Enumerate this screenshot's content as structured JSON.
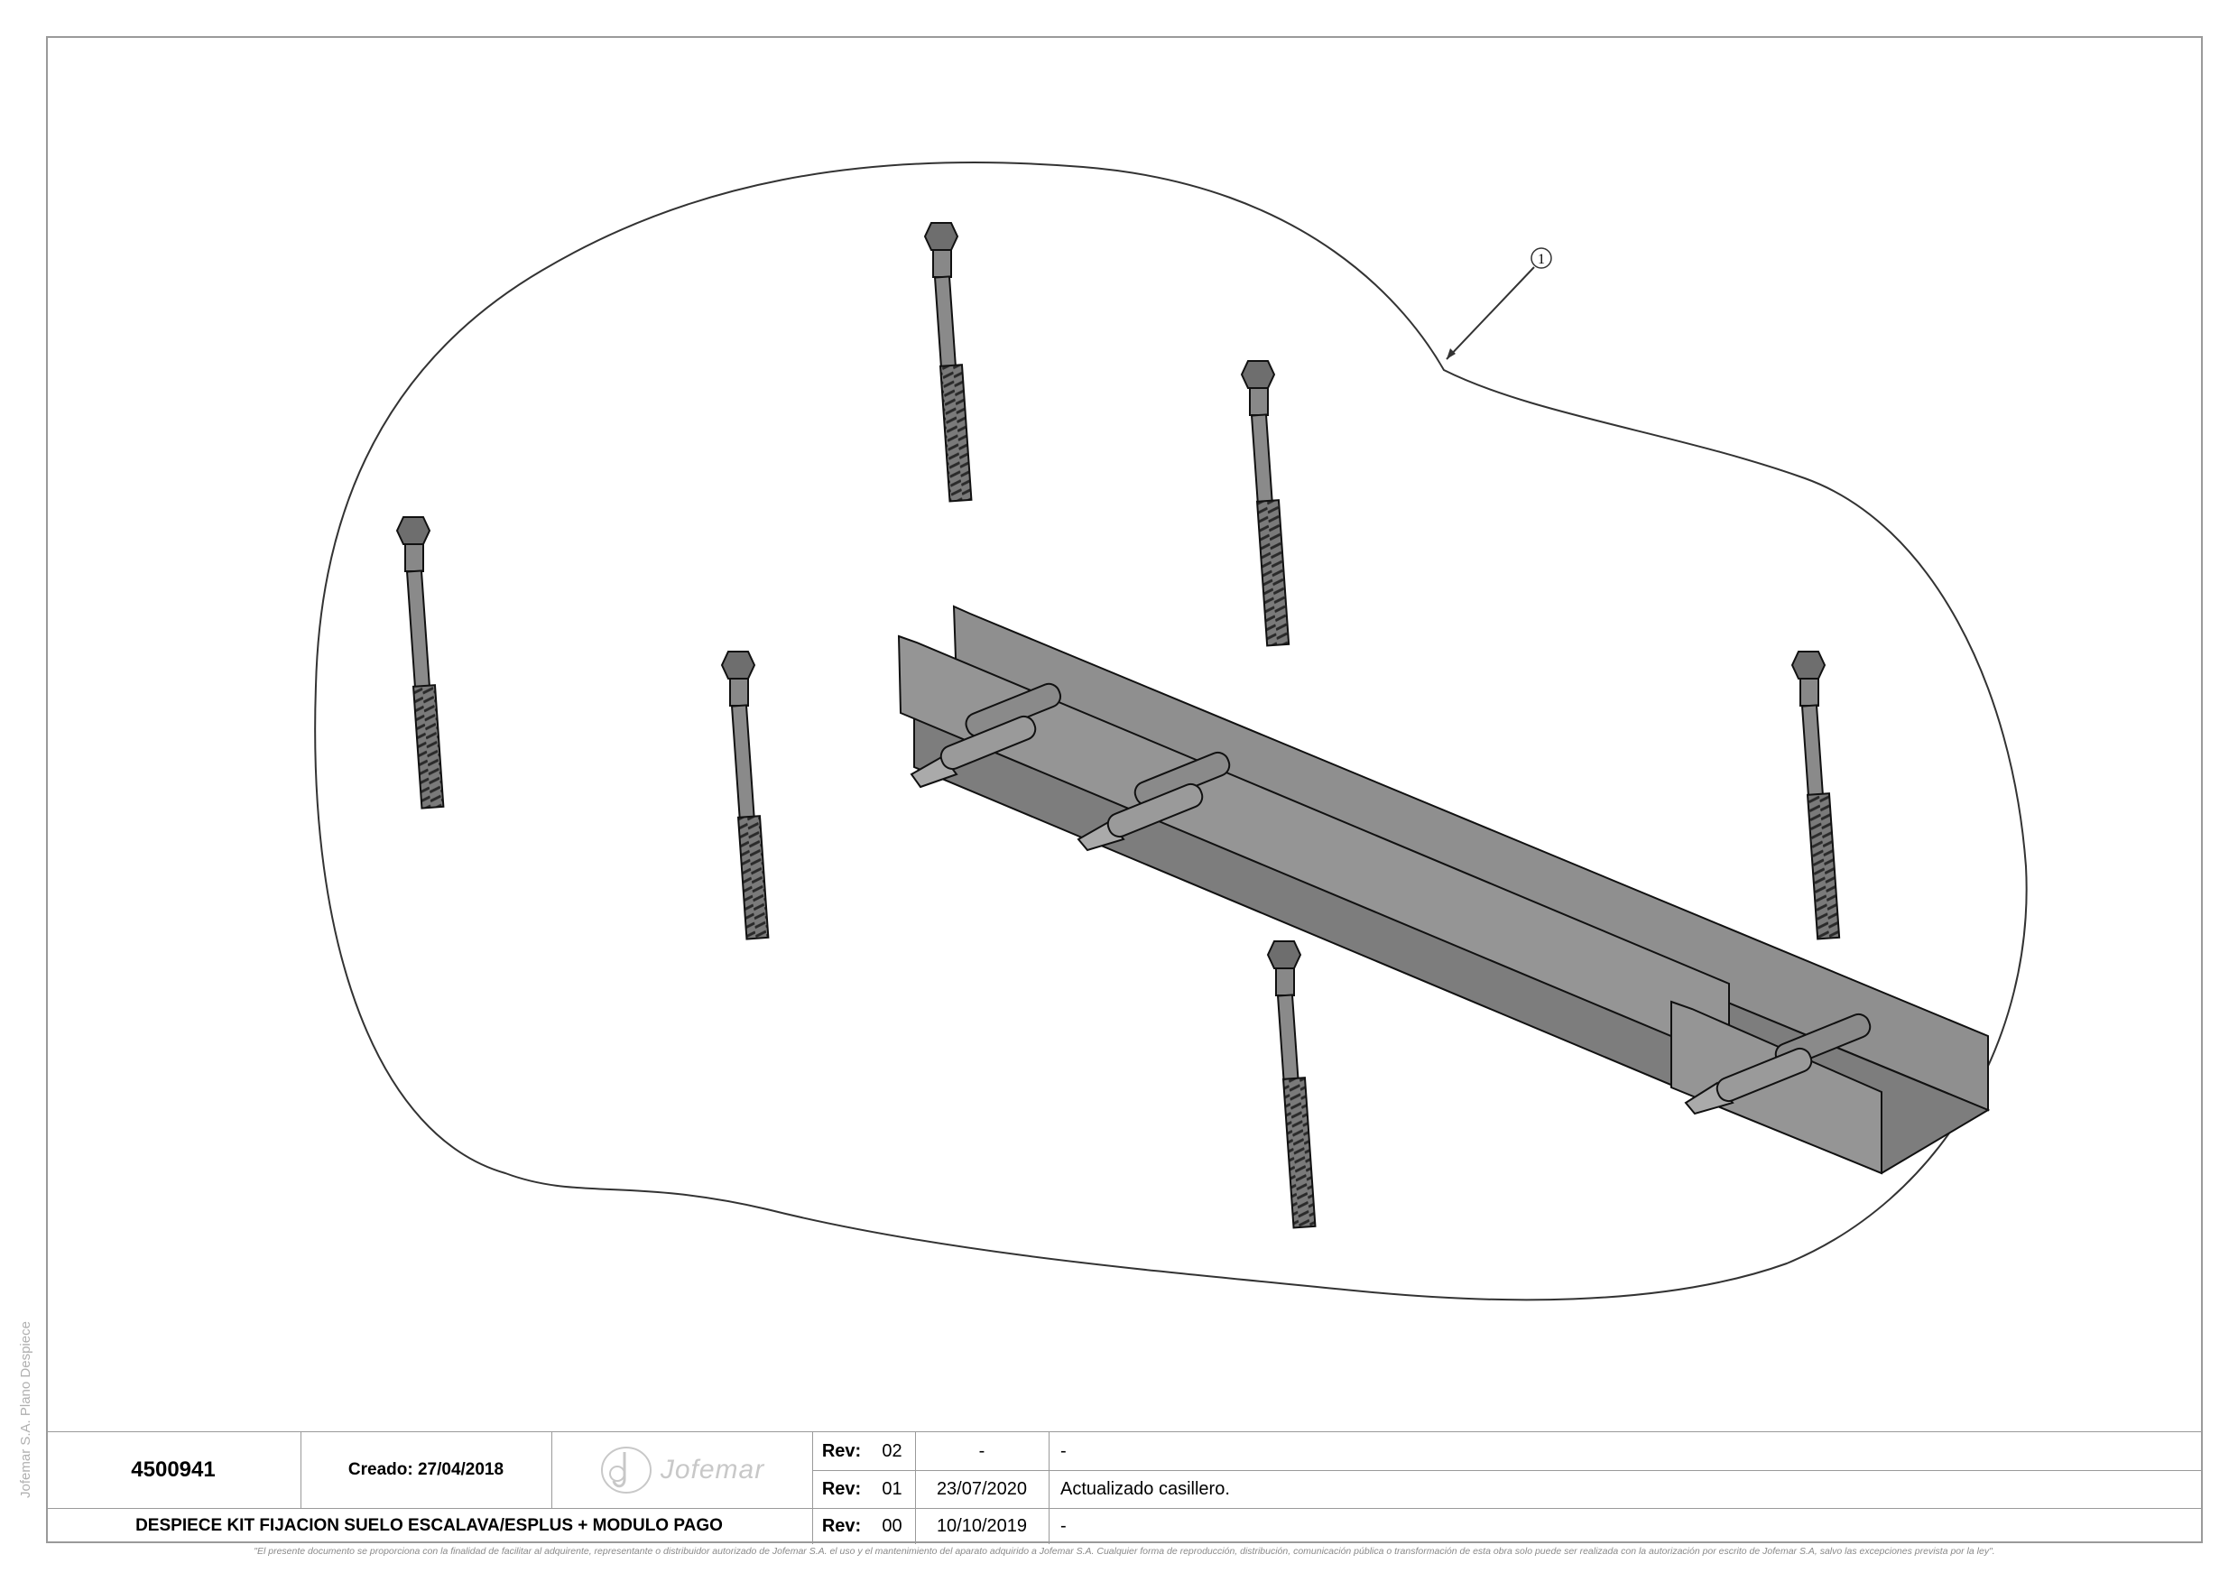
{
  "balloon": {
    "number": "1"
  },
  "title_block": {
    "part_number": "4500941",
    "created": "Creado: 27/04/2018",
    "logo_text": "Jofemar",
    "description": "DESPIECE KIT FIJACION SUELO ESCALAVA/ESPLUS + MODULO PAGO",
    "revisions": [
      {
        "label": "Rev:",
        "num": "02",
        "date": "-",
        "desc": "-"
      },
      {
        "label": "Rev:",
        "num": "01",
        "date": "23/07/2020",
        "desc": "Actualizado casillero."
      },
      {
        "label": "Rev:",
        "num": "00",
        "date": "10/10/2019",
        "desc": "-"
      }
    ]
  },
  "side_text": "Jofemar S.A. Plano Despiece",
  "footer_text": "\"El presente documento se proporciona con la finalidad de facilitar al adquirente, representante o distribuidor autorizado de Jofemar S.A. el uso y el mantenimiento del aparato adquirido a Jofemar S.A. Cualquier forma de reproducción, distribución, comunicación pública o transformación de esta obra solo puede ser realizada con la autorización por escrito de Jofemar S.A, salvo las excepciones prevista por la ley\".",
  "colors": {
    "metal": "#8c8c8c",
    "metal_dark": "#5e5e5e",
    "line": "#1a1a1a",
    "border": "#9a9a9a"
  }
}
